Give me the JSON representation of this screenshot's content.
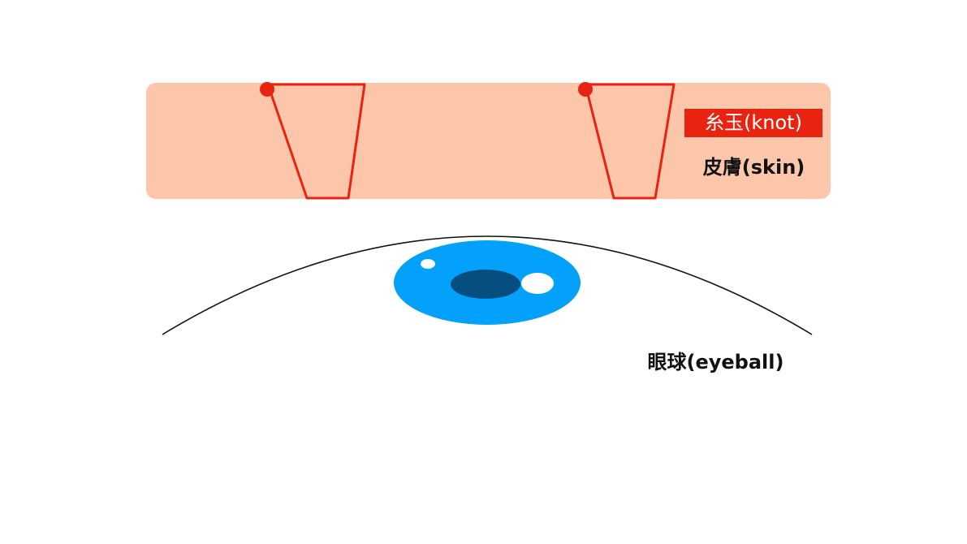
{
  "diagram": {
    "type": "cross-section illustration of a suture through skin above the eyeball",
    "colors": {
      "skin": "#fcc6ab",
      "suture": "#e8230f",
      "knot_label_bg": "#e8230f",
      "iris": "#03a1fc",
      "pupil": "#044f80",
      "highlight": "#ffffff",
      "eyeball_outline": "#111111",
      "text": "#111111"
    },
    "labels": {
      "knot": "糸玉(knot)",
      "skin": "皮膚(skin)",
      "eyeball": "眼球(eyeball)"
    },
    "sutures": [
      {
        "name": "left-suture-loop",
        "knot_at": "top-left corner"
      },
      {
        "name": "right-suture-loop",
        "knot_at": "top-left corner"
      }
    ]
  }
}
